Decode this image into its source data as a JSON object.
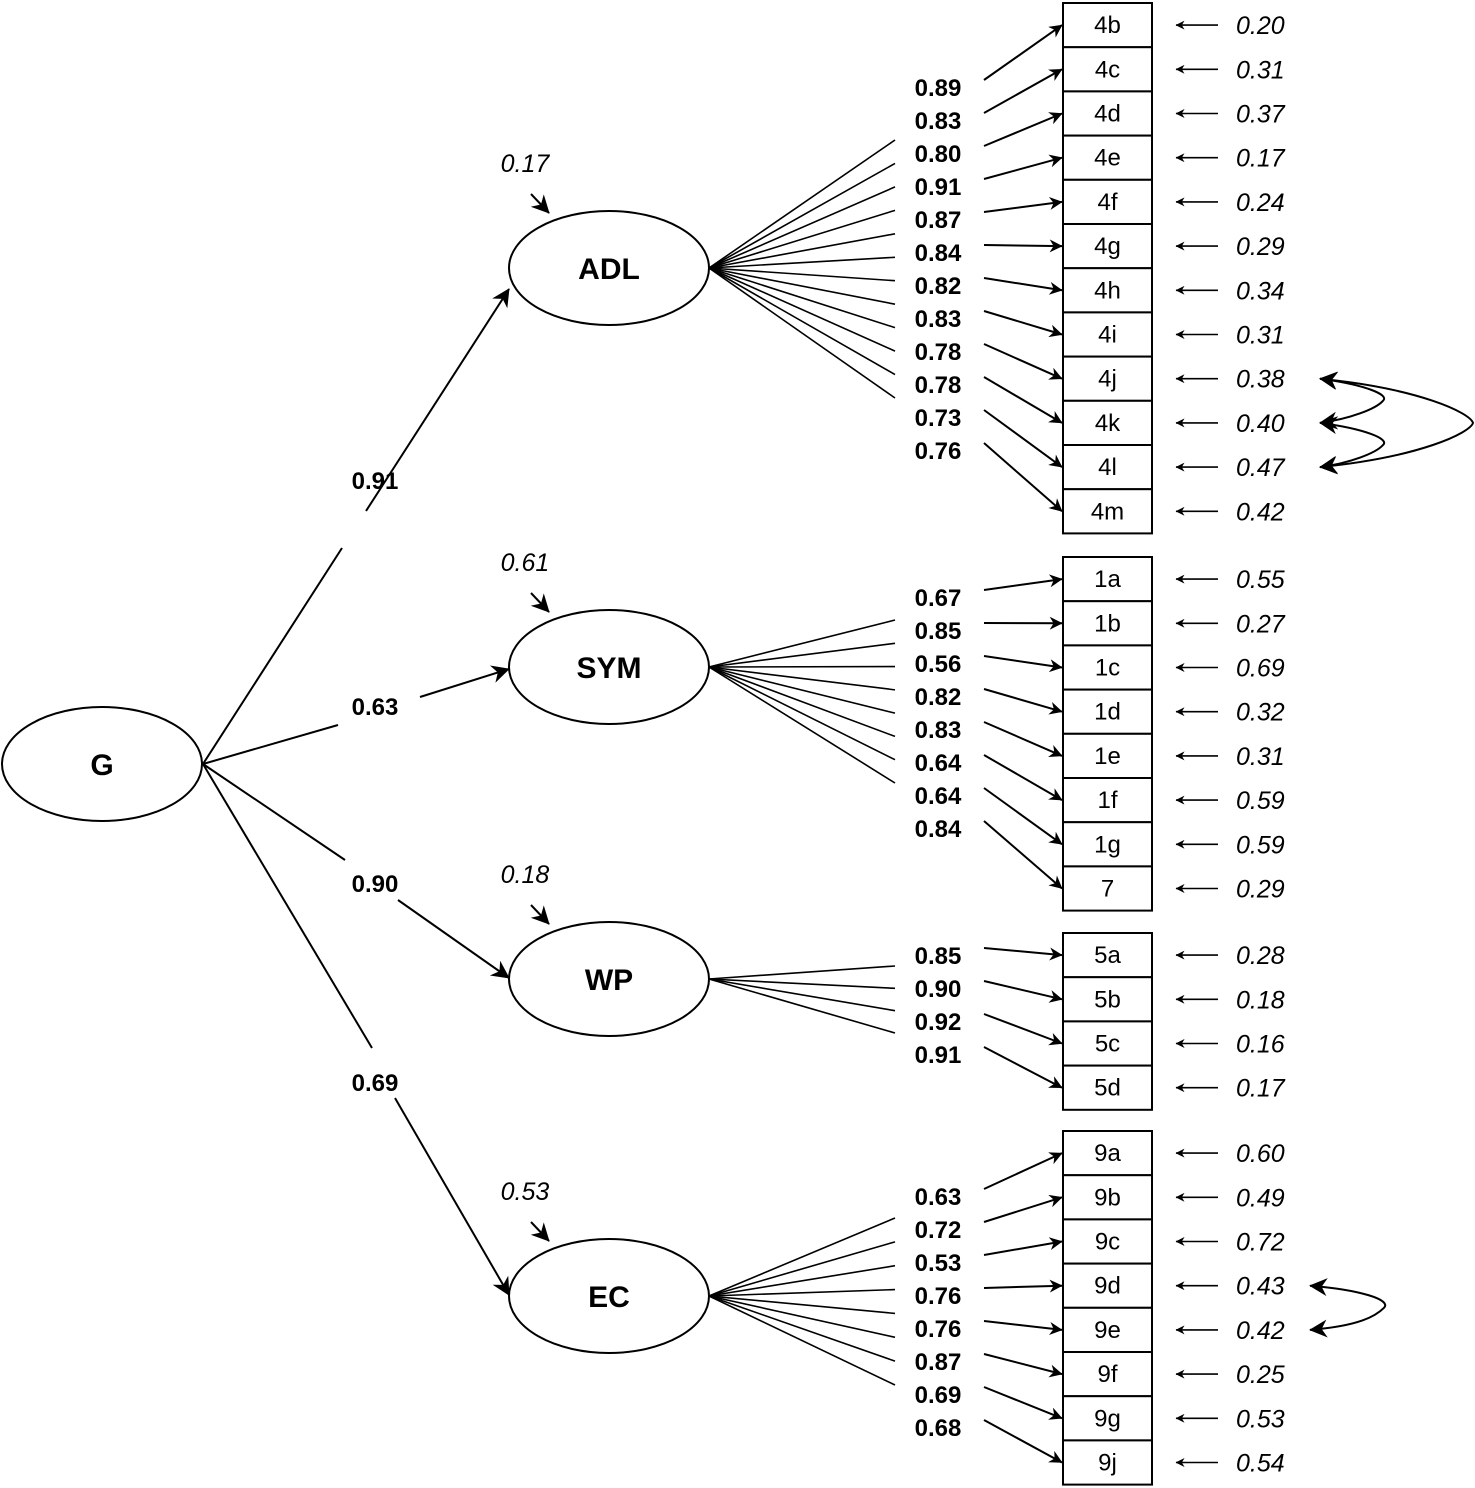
{
  "general_factor": {
    "label": "G"
  },
  "factors": [
    {
      "name": "ADL",
      "g_loading": "0.91",
      "residual": "0.17",
      "items": [
        {
          "label": "4b",
          "loading": "0.89",
          "error": "0.20"
        },
        {
          "label": "4c",
          "loading": "0.83",
          "error": "0.31"
        },
        {
          "label": "4d",
          "loading": "0.80",
          "error": "0.37"
        },
        {
          "label": "4e",
          "loading": "0.91",
          "error": "0.17"
        },
        {
          "label": "4f",
          "loading": "0.87",
          "error": "0.24"
        },
        {
          "label": "4g",
          "loading": "0.84",
          "error": "0.29"
        },
        {
          "label": "4h",
          "loading": "0.82",
          "error": "0.34"
        },
        {
          "label": "4i",
          "loading": "0.83",
          "error": "0.31"
        },
        {
          "label": "4j",
          "loading": "0.78",
          "error": "0.38"
        },
        {
          "label": "4k",
          "loading": "0.78",
          "error": "0.40"
        },
        {
          "label": "4l",
          "loading": "0.73",
          "error": "0.47"
        },
        {
          "label": "4m",
          "loading": "0.76",
          "error": "0.42"
        }
      ]
    },
    {
      "name": "SYM",
      "g_loading": "0.63",
      "residual": "0.61",
      "items": [
        {
          "label": "1a",
          "loading": "0.67",
          "error": "0.55"
        },
        {
          "label": "1b",
          "loading": "0.85",
          "error": "0.27"
        },
        {
          "label": "1c",
          "loading": "0.56",
          "error": "0.69"
        },
        {
          "label": "1d",
          "loading": "0.82",
          "error": "0.32"
        },
        {
          "label": "1e",
          "loading": "0.83",
          "error": "0.31"
        },
        {
          "label": "1f",
          "loading": "0.64",
          "error": "0.59"
        },
        {
          "label": "1g",
          "loading": "0.64",
          "error": "0.59"
        },
        {
          "label": "7",
          "loading": "0.84",
          "error": "0.29"
        }
      ]
    },
    {
      "name": "WP",
      "g_loading": "0.90",
      "residual": "0.18",
      "items": [
        {
          "label": "5a",
          "loading": "0.85",
          "error": "0.28"
        },
        {
          "label": "5b",
          "loading": "0.90",
          "error": "0.18"
        },
        {
          "label": "5c",
          "loading": "0.92",
          "error": "0.16"
        },
        {
          "label": "5d",
          "loading": "0.91",
          "error": "0.17"
        }
      ]
    },
    {
      "name": "EC",
      "g_loading": "0.69",
      "residual": "0.53",
      "items": [
        {
          "label": "9a",
          "loading": "0.63",
          "error": "0.60"
        },
        {
          "label": "9b",
          "loading": "0.72",
          "error": "0.49"
        },
        {
          "label": "9c",
          "loading": "0.53",
          "error": "0.72"
        },
        {
          "label": "9d",
          "loading": "0.76",
          "error": "0.43"
        },
        {
          "label": "9e",
          "loading": "0.76",
          "error": "0.42"
        },
        {
          "label": "9f",
          "loading": "0.87",
          "error": "0.25"
        },
        {
          "label": "9g",
          "loading": "0.69",
          "error": "0.53"
        },
        {
          "label": "9j",
          "loading": "0.68",
          "error": "0.54"
        }
      ]
    }
  ],
  "correlated_errors": [
    {
      "factor": "ADL",
      "items": [
        "4j",
        "4k",
        "4l"
      ]
    },
    {
      "factor": "EC",
      "items": [
        "9d",
        "9e"
      ]
    }
  ]
}
